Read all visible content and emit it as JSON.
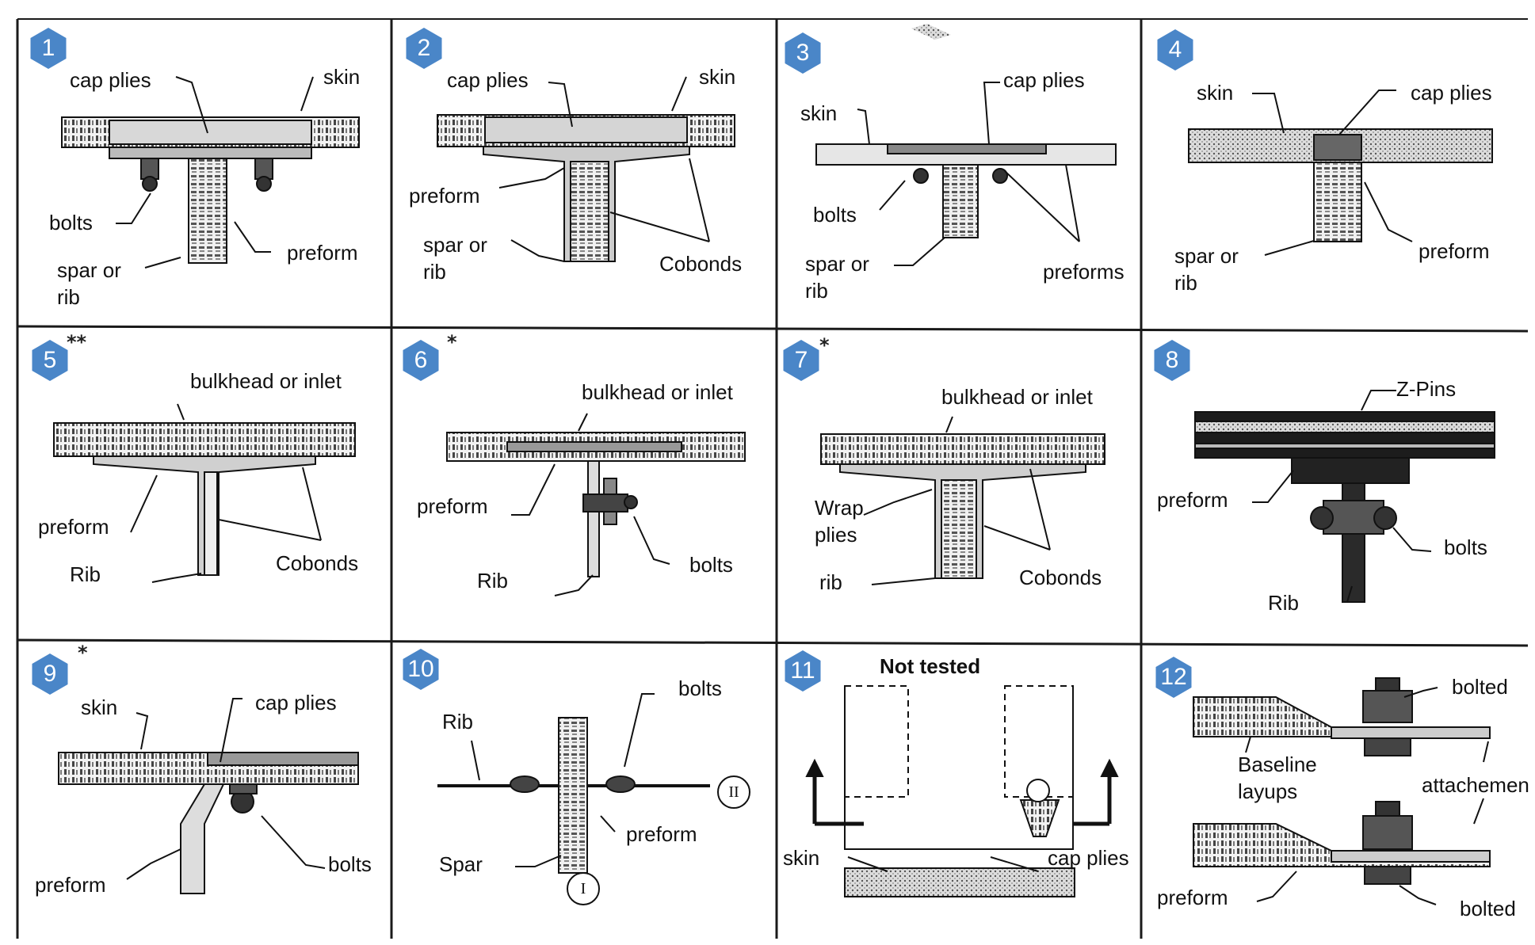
{
  "colors": {
    "badge": "#4a86c8",
    "ink": "#111111",
    "grid": "#1a1a1a"
  },
  "panels": [
    {
      "number": "1",
      "stars": "",
      "labels": {
        "cap_plies": "cap plies",
        "skin": "skin",
        "bolts": "bolts",
        "preform": "preform",
        "spar_or_rib": "spar or\nrib"
      }
    },
    {
      "number": "2",
      "stars": "",
      "labels": {
        "cap_plies": "cap plies",
        "skin": "skin",
        "preform": "preform",
        "spar_or_rib": "spar or\nrib",
        "cobonds": "Cobonds"
      }
    },
    {
      "number": "3",
      "stars": "",
      "labels": {
        "cap_plies": "cap plies",
        "skin": "skin",
        "bolts": "bolts",
        "spar_or_rib": "spar or\nrib",
        "preforms": "preforms"
      }
    },
    {
      "number": "4",
      "stars": "",
      "labels": {
        "skin": "skin",
        "cap_plies": "cap plies",
        "preform": "preform",
        "spar_or_rib": "spar or\nrib"
      }
    },
    {
      "number": "5",
      "stars": "**",
      "labels": {
        "bulkhead": "bulkhead or inlet",
        "preform": "preform",
        "rib": "Rib",
        "cobonds": "Cobonds"
      }
    },
    {
      "number": "6",
      "stars": "*",
      "labels": {
        "bulkhead": "bulkhead or inlet",
        "preform": "preform",
        "rib": "Rib",
        "bolts": "bolts"
      }
    },
    {
      "number": "7",
      "stars": "*",
      "labels": {
        "bulkhead": "bulkhead or inlet",
        "wrap_plies": "Wrap\nplies",
        "rib": "rib",
        "cobonds": "Cobonds"
      }
    },
    {
      "number": "8",
      "stars": "",
      "labels": {
        "zpins": "Z-Pins",
        "preform": "preform",
        "bolts": "bolts",
        "rib": "Rib"
      }
    },
    {
      "number": "9",
      "stars": "*",
      "labels": {
        "skin": "skin",
        "cap_plies": "cap plies",
        "preform": "preform",
        "bolts": "bolts"
      }
    },
    {
      "number": "10",
      "stars": "",
      "labels": {
        "rib": "Rib",
        "bolts": "bolts",
        "preform": "preform",
        "spar": "Spar"
      }
    },
    {
      "number": "11",
      "stars": "",
      "labels": {
        "not_tested": "Not tested",
        "skin": "skin",
        "cap_plies": "cap plies"
      }
    },
    {
      "number": "12",
      "stars": "",
      "labels": {
        "bolted_top": "bolted",
        "baseline": "Baseline\nlayups",
        "attachment": "attachemen",
        "preform": "preform",
        "bolted_bottom": "bolted"
      }
    }
  ],
  "panel10_marks": {
    "right": "II",
    "bottom": "I"
  }
}
